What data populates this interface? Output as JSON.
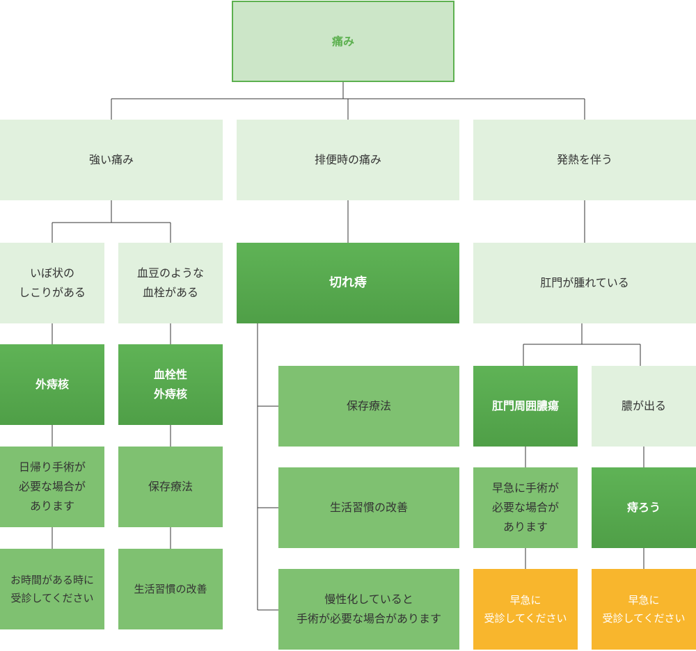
{
  "colors": {
    "connector": "#333333",
    "root_fill": "#cce6c8",
    "root_border": "#5cb04f",
    "pale_fill": "#e1f1de",
    "mid_fill": "#7fc171",
    "dark_fill": "#5cb04f",
    "orange_fill": "#f8b62d"
  },
  "root": {
    "label": "痛み"
  },
  "branches": {
    "strong_pain": {
      "label": "強い痛み",
      "lump": "いぼ状の\nしこりがある",
      "blood_bean": "血豆のような\n血栓がある",
      "external_hemorrhoid": "外痔核",
      "thrombosed": "血栓性\n外痔核",
      "day_surgery": "日帰り手術が\n必要な場合が\nあります",
      "conservative": "保存療法",
      "visit_when_time": "お時間がある時に\n受診してください",
      "lifestyle": "生活習慣の改善"
    },
    "defecation_pain": {
      "label": "排便時の痛み",
      "anal_fissure": "切れ痔",
      "conservative": "保存療法",
      "lifestyle": "生活習慣の改善",
      "chronic": "慢性化していると\n手術が必要な場合があります"
    },
    "fever": {
      "label": "発熱を伴う",
      "swollen": "肛門が腫れている",
      "abscess": "肛門周囲膿瘍",
      "pus": "膿が出る",
      "urgent_surgery": "早急に手術が\n必要な場合が\nあります",
      "fistula": "痔ろう",
      "urgent_visit_1": "早急に\n受診してください",
      "urgent_visit_2": "早急に\n受診してください"
    }
  }
}
